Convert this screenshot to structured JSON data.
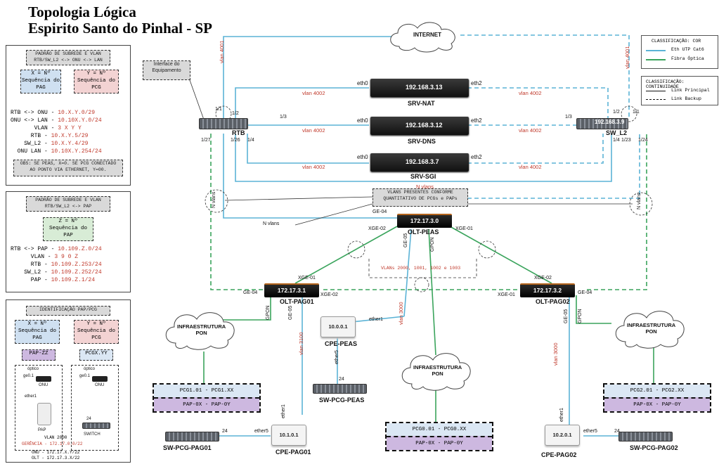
{
  "title": {
    "line1": "Topologia Lógica",
    "line2": "Espirito Santo do Pinhal - SP"
  },
  "panel1": {
    "header": "PADRÃO DE SUBREDE E VLAN\nRTB/SW_L2 <-> ONU <-> LAN",
    "x_box": "X = Nº\nSequência do\nPAG",
    "y_box": "Y = Nº\nSequência do\nPCG",
    "lines": [
      {
        "k": "RTB <-> ONU - ",
        "v": "10.X.Y.0/29"
      },
      {
        "k": "ONU <-> LAN - ",
        "v": "10.10X.Y.0/24"
      },
      {
        "k": "       VLAN - ",
        "v": "3 X Y Y"
      },
      {
        "k": "      RTB - ",
        "v": "10.X.Y.5/29"
      },
      {
        "k": "    SW_L2 - ",
        "v": "10.X.Y.4/29"
      },
      {
        "k": "  ONU LAN - ",
        "v": "10.10X.Y.254/24"
      }
    ],
    "note": "OBS: SE PEAS, X=0. SE PCG CONECTADO\nAO PONTO VIA ETHERNET, Y=00."
  },
  "panel2": {
    "header": "PADRÃO DE SUBREDE E VLAN\nRTB/SW_L2 <-> PAP",
    "z_box": "Z = Nº\nSequência do\nPAP",
    "lines": [
      {
        "k": "RTB <-> PAP - ",
        "v": "10.109.Z.0/24"
      },
      {
        "k": "      VLAN - ",
        "v": "3 9 0 Z"
      },
      {
        "k": "      RTB - ",
        "v": "10.109.Z.253/24"
      },
      {
        "k": "    SW_L2 - ",
        "v": "10.109.Z.252/24"
      },
      {
        "k": "      PAP - ",
        "v": "10.109.Z.1/24"
      }
    ]
  },
  "panel3": {
    "header": "IDENTIFICAÇÃO PAP/PCG",
    "x_box": "X = Nº\nSequência do\nPAG",
    "y_box": "Y = Nº\nSequência do\nPCG",
    "pap_tag": "PAP-ZZ",
    "pcg_tag": "PCGX.YY",
    "optico1": "óptico",
    "optico2": "óptico",
    "ge01": "ge0.1",
    "ge02": "ge0.1",
    "onu1": "ONU",
    "onu2": "ONU",
    "ether1": "ether1",
    "port24": "24",
    "pap": "PAP",
    "switch": "SWITCH",
    "vlan": "VLAN 2000",
    "gerencia": "GERÊNCIA - 172.17.0.0/22",
    "onu_line": "ONU - 172.17.X.Y/22",
    "olt_line": "OLT - 172.17.3.X/22"
  },
  "legend_color": {
    "title": "CLASSIFICAÇÃO: COR",
    "eth": "Eth UTP Cat6",
    "fibra": "Fibra Óptica"
  },
  "legend_cont": {
    "title": "CLASSIFICAÇÃO: CONTINUIDADE",
    "principal": "Link Principal",
    "backup": "Link Backup"
  },
  "internet": "INTERNET",
  "interface_box": "Interface do\nEquipamento",
  "vlans_box": "VLANS PRESENTES CONFORME\nQUANTITATIVO DE PCGs e PAPs",
  "vlans_range": "VLANs 2000, 1001, 1002 e 1003",
  "n_vlans": [
    "N vlans",
    "N vlans",
    "N vlans",
    "N vlans"
  ],
  "infra_pon": [
    "INFRAESTRUTURA\nPON",
    "INFRAESTRUTURA\nPON",
    "INFRAESTRUTURA\nPON"
  ],
  "rtb": {
    "name": "RTB",
    "p11": "1/1",
    "p12": "1/2",
    "p13": "1/3",
    "p14": "1/4",
    "p126": "1/26",
    "p127": "1/27"
  },
  "swl2": {
    "name": "SW_L2",
    "ip": "192.168.3.9",
    "p11": "1/1",
    "p12": "1/2",
    "p13": "1/3",
    "p14": "1/4",
    "p123": "1/23",
    "p124": "1/24"
  },
  "servers": [
    {
      "name": "SRV-NAT",
      "ip": "192.168.3.13",
      "eth0": "eth0",
      "eth2": "eth2",
      "vlan_l": "vlan 4002",
      "vlan_r": "vlan 4002"
    },
    {
      "name": "SRV-DNS",
      "ip": "192.168.3.12",
      "eth0": "eth0",
      "eth2": "eth2",
      "vlan_l": "vlan 4002",
      "vlan_r": "vlan 4002"
    },
    {
      "name": "SRV-SGI",
      "ip": "192.168.3.7",
      "eth0": "eth0",
      "eth2": "eth2",
      "vlan_l": "vlan 4002",
      "vlan_r": "vlan 4002"
    }
  ],
  "vlan4001_l": "vlan 4001",
  "vlan4001_r": "vlan 4001",
  "olt_peas": {
    "name": "OLT-PEAS",
    "ip": "172.17.3.0",
    "ge04": "GE-04",
    "xge02": "XGE-02",
    "xge01": "XGE-01",
    "ge05": "GE-05",
    "gpon": "GPON"
  },
  "olt_pag01": {
    "name": "OLT-PAG01",
    "ip": "172.17.3.1",
    "xge01": "XGE-01",
    "ge04": "GE-04",
    "xge02": "XGE-02",
    "gpon": "GPON",
    "ge05": "GE-05",
    "vlan": "vlan 3100"
  },
  "olt_pag02": {
    "name": "OLT-PAG02",
    "ip": "172.17.3.2",
    "xge02": "XGE-02",
    "xge01": "XGE-01",
    "ge04": "GE-04",
    "ge05": "GE-05",
    "gpon": "GPON",
    "vlan": "vlan 3000"
  },
  "cpe_peas": {
    "name": "CPE-PEAS",
    "ip": "10.0.0.1",
    "ether1": "ether1",
    "ether5": "ether5",
    "vlan": "vlan 3000",
    "p24": "24"
  },
  "cpe_pag01": {
    "name": "CPE-PAG01",
    "ip": "10.1.0.1",
    "ether1": "ether1",
    "ether5": "ether5",
    "p24": "24"
  },
  "cpe_pag02": {
    "name": "CPE-PAG02",
    "ip": "10.2.0.1",
    "ether1": "ether1",
    "ether5": "ether5",
    "p24": "24"
  },
  "sw_pcg_peas": "SW-PCG-PEAS",
  "sw_pcg_pag01": "SW-PCG-PAG01",
  "sw_pcg_pag02": "SW-PCG-PAG02",
  "pcg_boxes": [
    {
      "pcg": "PCG1.01 - PCG1.XX",
      "pap": "PAP-0X - PAP-0Y"
    },
    {
      "pcg": "PCG0.01 - PCG0.XX",
      "pap": "PAP-0X - PAP-0Y"
    },
    {
      "pcg": "PCG2.01 - PCG2.XX",
      "pap": "PAP-0X - PAP-0Y"
    }
  ],
  "colors": {
    "eth": "#5bb3d6",
    "fiber": "#3aa45c",
    "accent_red": "#c0392b"
  }
}
